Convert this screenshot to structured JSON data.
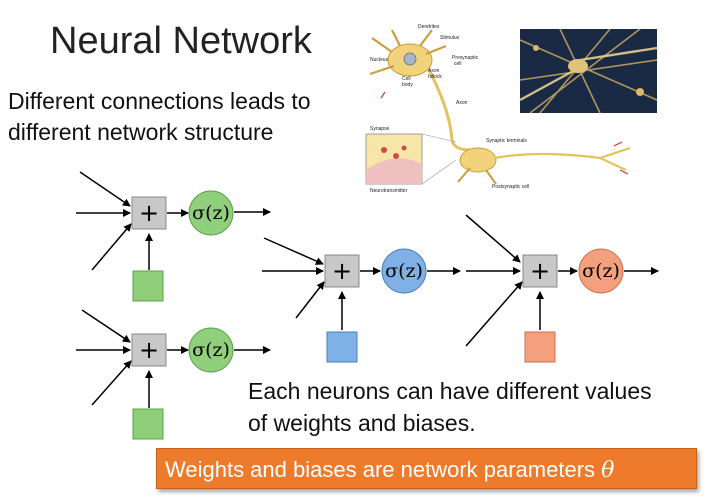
{
  "slide": {
    "title": "Neural Network",
    "subtitle_line1": "Different connections leads to",
    "subtitle_line2": "different network structure",
    "note_line1": "Each neurons can have different values",
    "note_line2": "of weights and biases.",
    "banner_text": "Weights and biases are network parameters",
    "banner_symbol": "θ"
  },
  "neurons": [
    {
      "sum_symbol": "+",
      "activation": "σ(z)",
      "color": "#90d07c",
      "bias_color": "#8fcf7a"
    },
    {
      "sum_symbol": "+",
      "activation": "σ(z)",
      "color": "#90d07c",
      "bias_color": "#8fcf7a"
    },
    {
      "sum_symbol": "+",
      "activation": "σ(z)",
      "color": "#7fb0e6",
      "bias_color": "#7fb0e6"
    },
    {
      "sum_symbol": "+",
      "activation": "σ(z)",
      "color": "#f4a07e",
      "bias_color": "#f4a07e"
    }
  ],
  "biology_figure": {
    "labels": [
      "Dendrites",
      "Stimulus",
      "Nucleus",
      "Presynaptic cell",
      "Cell body",
      "Axon hillock",
      "Axon",
      "Synapse",
      "Synaptic terminals",
      "Neurotransmitter",
      "Postsynaptic cell"
    ]
  },
  "colors": {
    "banner": "#ee7a2c",
    "sum_box": "#c8c8c8",
    "photo_bg": "#1b2a44"
  }
}
